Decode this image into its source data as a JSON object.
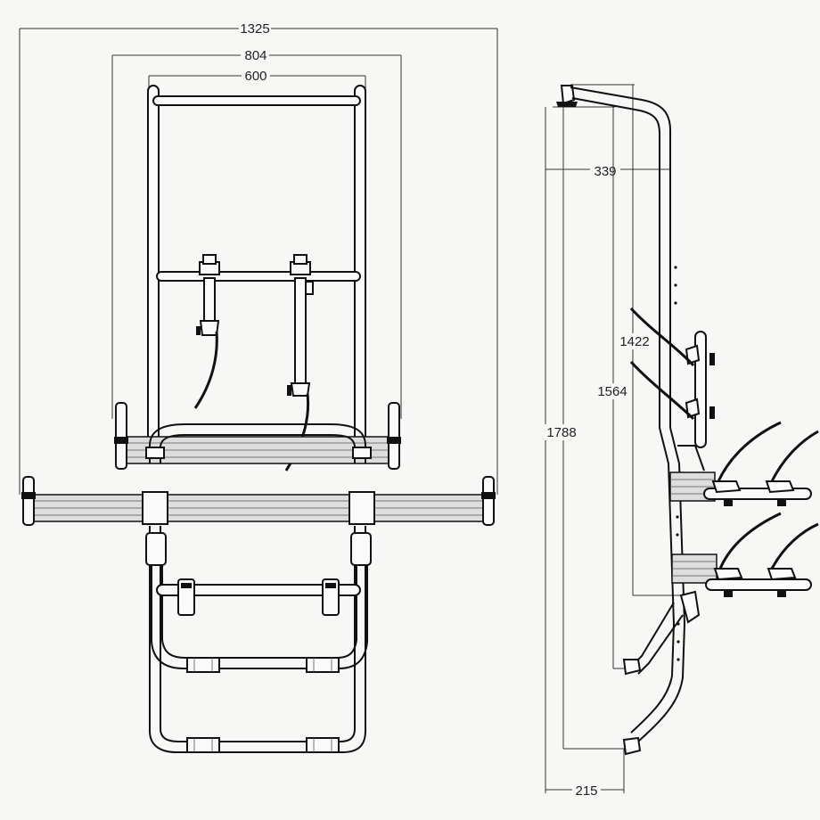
{
  "dimensions": {
    "overall_width": "1325",
    "frame_width": "804",
    "inner_width": "600",
    "depth_top": "339",
    "height_1422": "1422",
    "height_1564": "1564",
    "height_1788": "1788",
    "bottom_depth": "215"
  }
}
